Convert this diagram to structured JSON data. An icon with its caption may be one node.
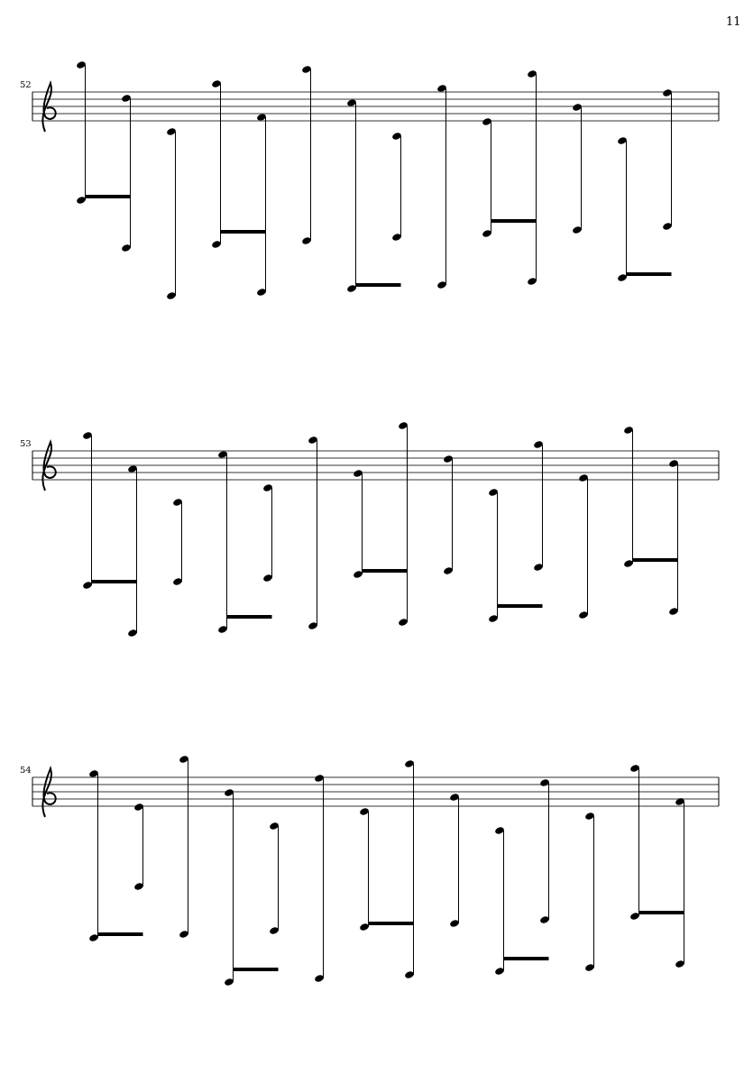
{
  "diagram": {
    "labels": [
      "11",
      "52",
      "53",
      "54"
    ]
  }
}
